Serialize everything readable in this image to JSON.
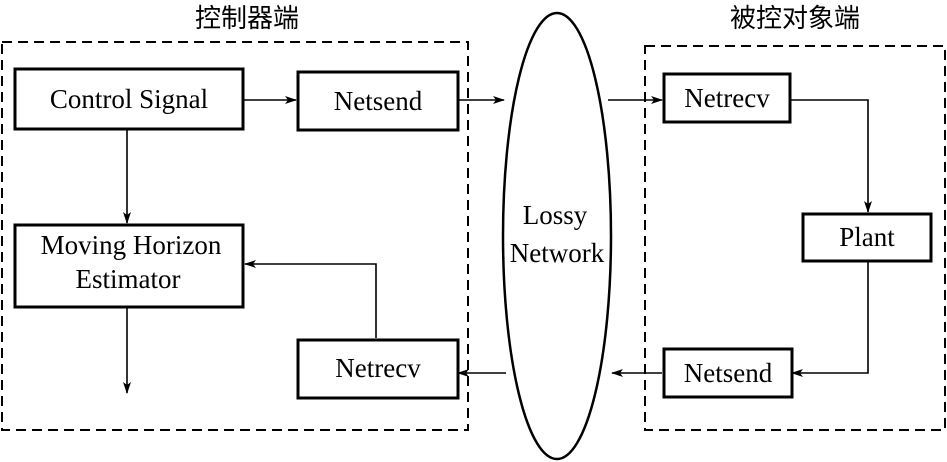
{
  "groups": {
    "controller": "控制器端",
    "plant_side": "被控对象端"
  },
  "blocks": {
    "control_signal": "Control Signal",
    "netsend_controller": "Netsend",
    "mhe_line1": "Moving Horizon",
    "mhe_line2": "Estimator",
    "netrecv_controller": "Netrecv",
    "netrecv_plant": "Netrecv",
    "plant": "Plant",
    "netsend_plant": "Netsend"
  },
  "network": {
    "line1": "Lossy",
    "line2": "Network"
  }
}
